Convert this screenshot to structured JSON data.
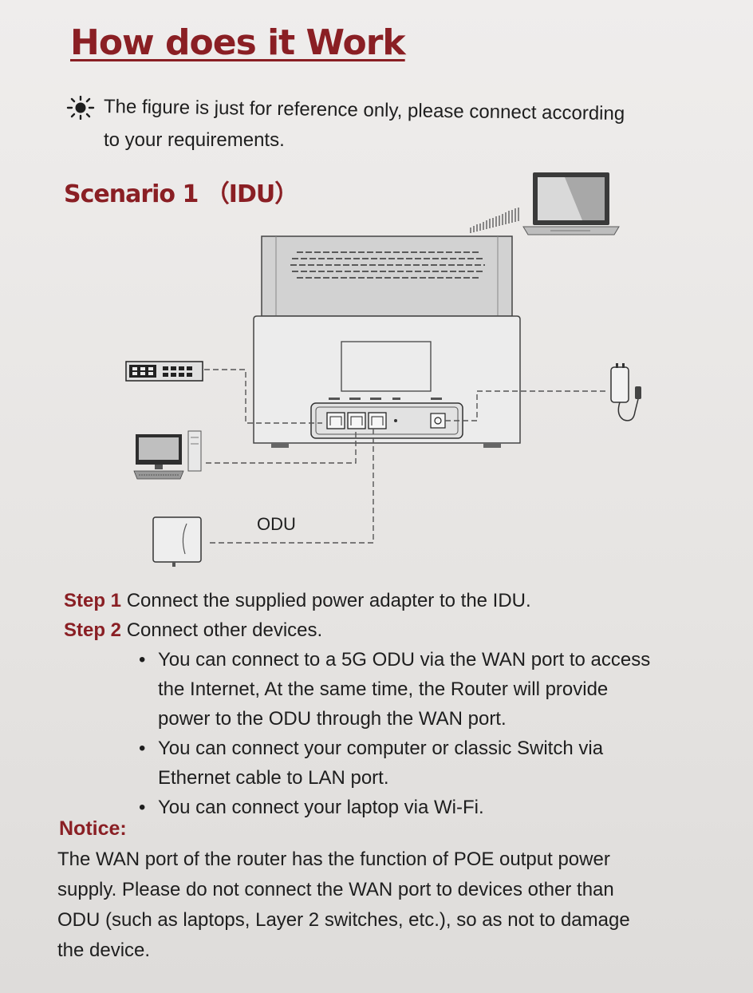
{
  "heading": "How does it Work",
  "note": {
    "icon": "sun-icon",
    "line1": "The figure is just for reference only, please connect according",
    "line2": "to your requirements."
  },
  "scenario_title": "Scenario 1 （IDU）",
  "diagram": {
    "odu_label": "ODU",
    "devices": [
      "laptop-icon",
      "router-icon",
      "switch-icon",
      "desktop-computer-icon",
      "odu-icon",
      "power-adapter-icon"
    ]
  },
  "steps": [
    {
      "label": "Step 1",
      "text": "Connect the supplied power adapter to the IDU."
    },
    {
      "label": "Step 2",
      "text": "Connect other devices."
    }
  ],
  "bullets": [
    {
      "line1": "You can connect to a 5G ODU via the WAN port to access",
      "line2": "the Internet, At the same time, the Router will provide",
      "line3": "power to the ODU through the WAN port."
    },
    {
      "line1": "You can connect your computer or classic Switch via",
      "line2": "Ethernet cable to LAN port."
    },
    {
      "line1": "You can connect your laptop via Wi-Fi."
    }
  ],
  "notice": {
    "title": "Notice:",
    "line1": "The WAN port of the router has the function of POE output power",
    "line2": "supply. Please do not connect the WAN port to devices other than",
    "line3": "ODU (such as laptops, Layer 2 switches, etc.), so as not to damage",
    "line4": "the device."
  },
  "colors": {
    "accent": "#8a1f24",
    "text": "#1e1e1e",
    "background": "#e9e7e5"
  }
}
